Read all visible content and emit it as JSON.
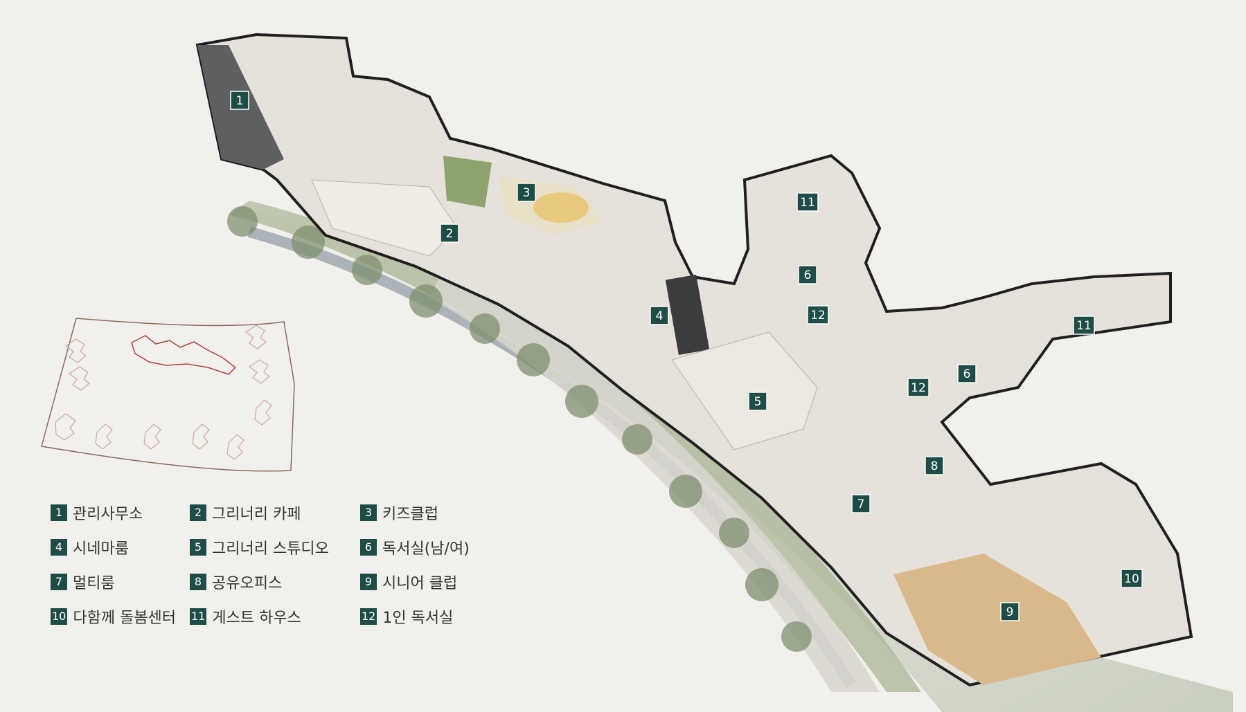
{
  "colors": {
    "background": "#f2f0ec",
    "marker": "#1e4d47",
    "marker_text": "#ffffff",
    "legend_text": "#333333",
    "site_outline": "#8a6a60",
    "highlight_outline": "#b04040"
  },
  "markers": [
    "1",
    "2",
    "3",
    "4",
    "11",
    "6",
    "12",
    "5",
    "11",
    "12",
    "6",
    "8",
    "7",
    "9",
    "10"
  ],
  "legend": [
    {
      "num": "1",
      "label": "관리사무소"
    },
    {
      "num": "2",
      "label": "그리너리 카페"
    },
    {
      "num": "3",
      "label": "키즈클럽"
    },
    {
      "num": "4",
      "label": "시네마룸"
    },
    {
      "num": "5",
      "label": "그리너리 스튜디오"
    },
    {
      "num": "6",
      "label": "독서실(남/여)"
    },
    {
      "num": "7",
      "label": "멀티룸"
    },
    {
      "num": "8",
      "label": "공유오피스"
    },
    {
      "num": "9",
      "label": "시니어 클럽"
    },
    {
      "num": "10",
      "label": "다함께 돌봄센터"
    },
    {
      "num": "11",
      "label": "게스트 하우스"
    },
    {
      "num": "12",
      "label": "1인 독서실"
    }
  ]
}
